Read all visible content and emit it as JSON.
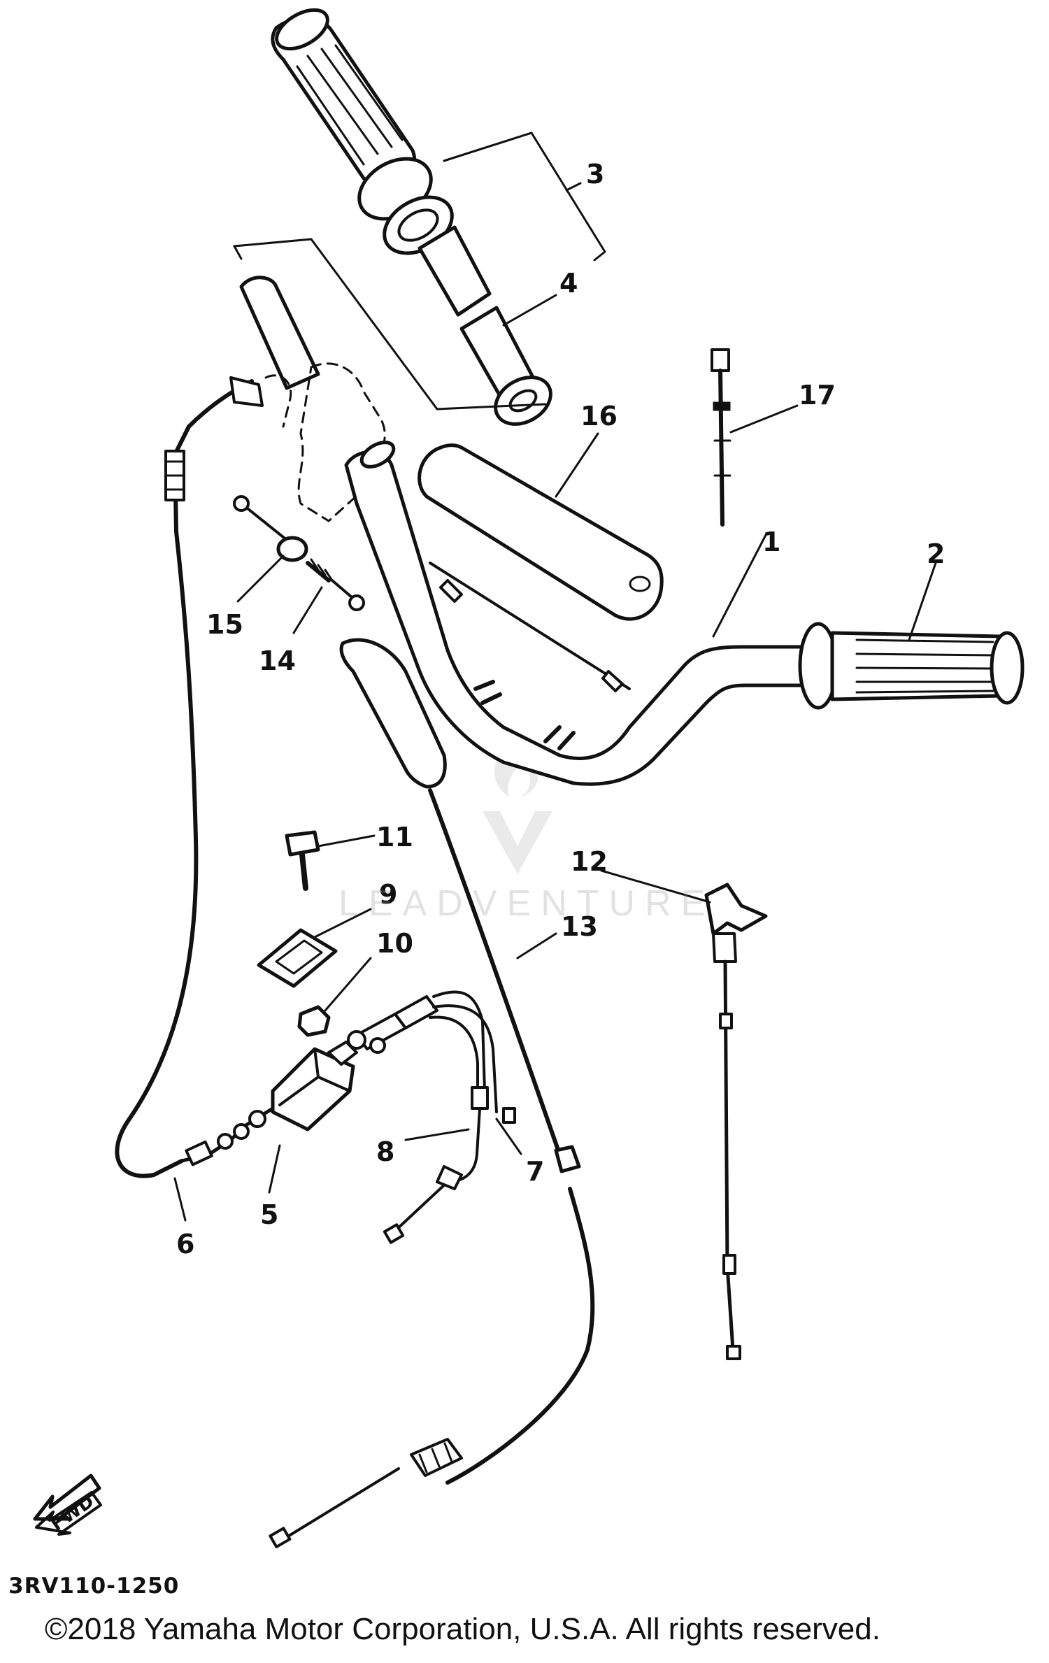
{
  "diagram": {
    "reference_code": "3RV110-1250",
    "copyright": "©2018 Yamaha Motor Corporation, U.S.A. All rights reserved.",
    "watermark_text": "LEADVENTURE",
    "direction_label": "FWD",
    "callouts": [
      {
        "id": "1",
        "label": "1"
      },
      {
        "id": "2",
        "label": "2"
      },
      {
        "id": "3",
        "label": "3"
      },
      {
        "id": "4",
        "label": "4"
      },
      {
        "id": "5",
        "label": "5"
      },
      {
        "id": "6",
        "label": "6"
      },
      {
        "id": "7",
        "label": "7"
      },
      {
        "id": "8",
        "label": "8"
      },
      {
        "id": "9",
        "label": "9"
      },
      {
        "id": "10",
        "label": "10"
      },
      {
        "id": "11",
        "label": "11"
      },
      {
        "id": "12",
        "label": "12"
      },
      {
        "id": "13",
        "label": "13"
      },
      {
        "id": "14",
        "label": "14"
      },
      {
        "id": "15",
        "label": "15"
      },
      {
        "id": "16",
        "label": "16"
      },
      {
        "id": "17",
        "label": "17"
      }
    ]
  }
}
